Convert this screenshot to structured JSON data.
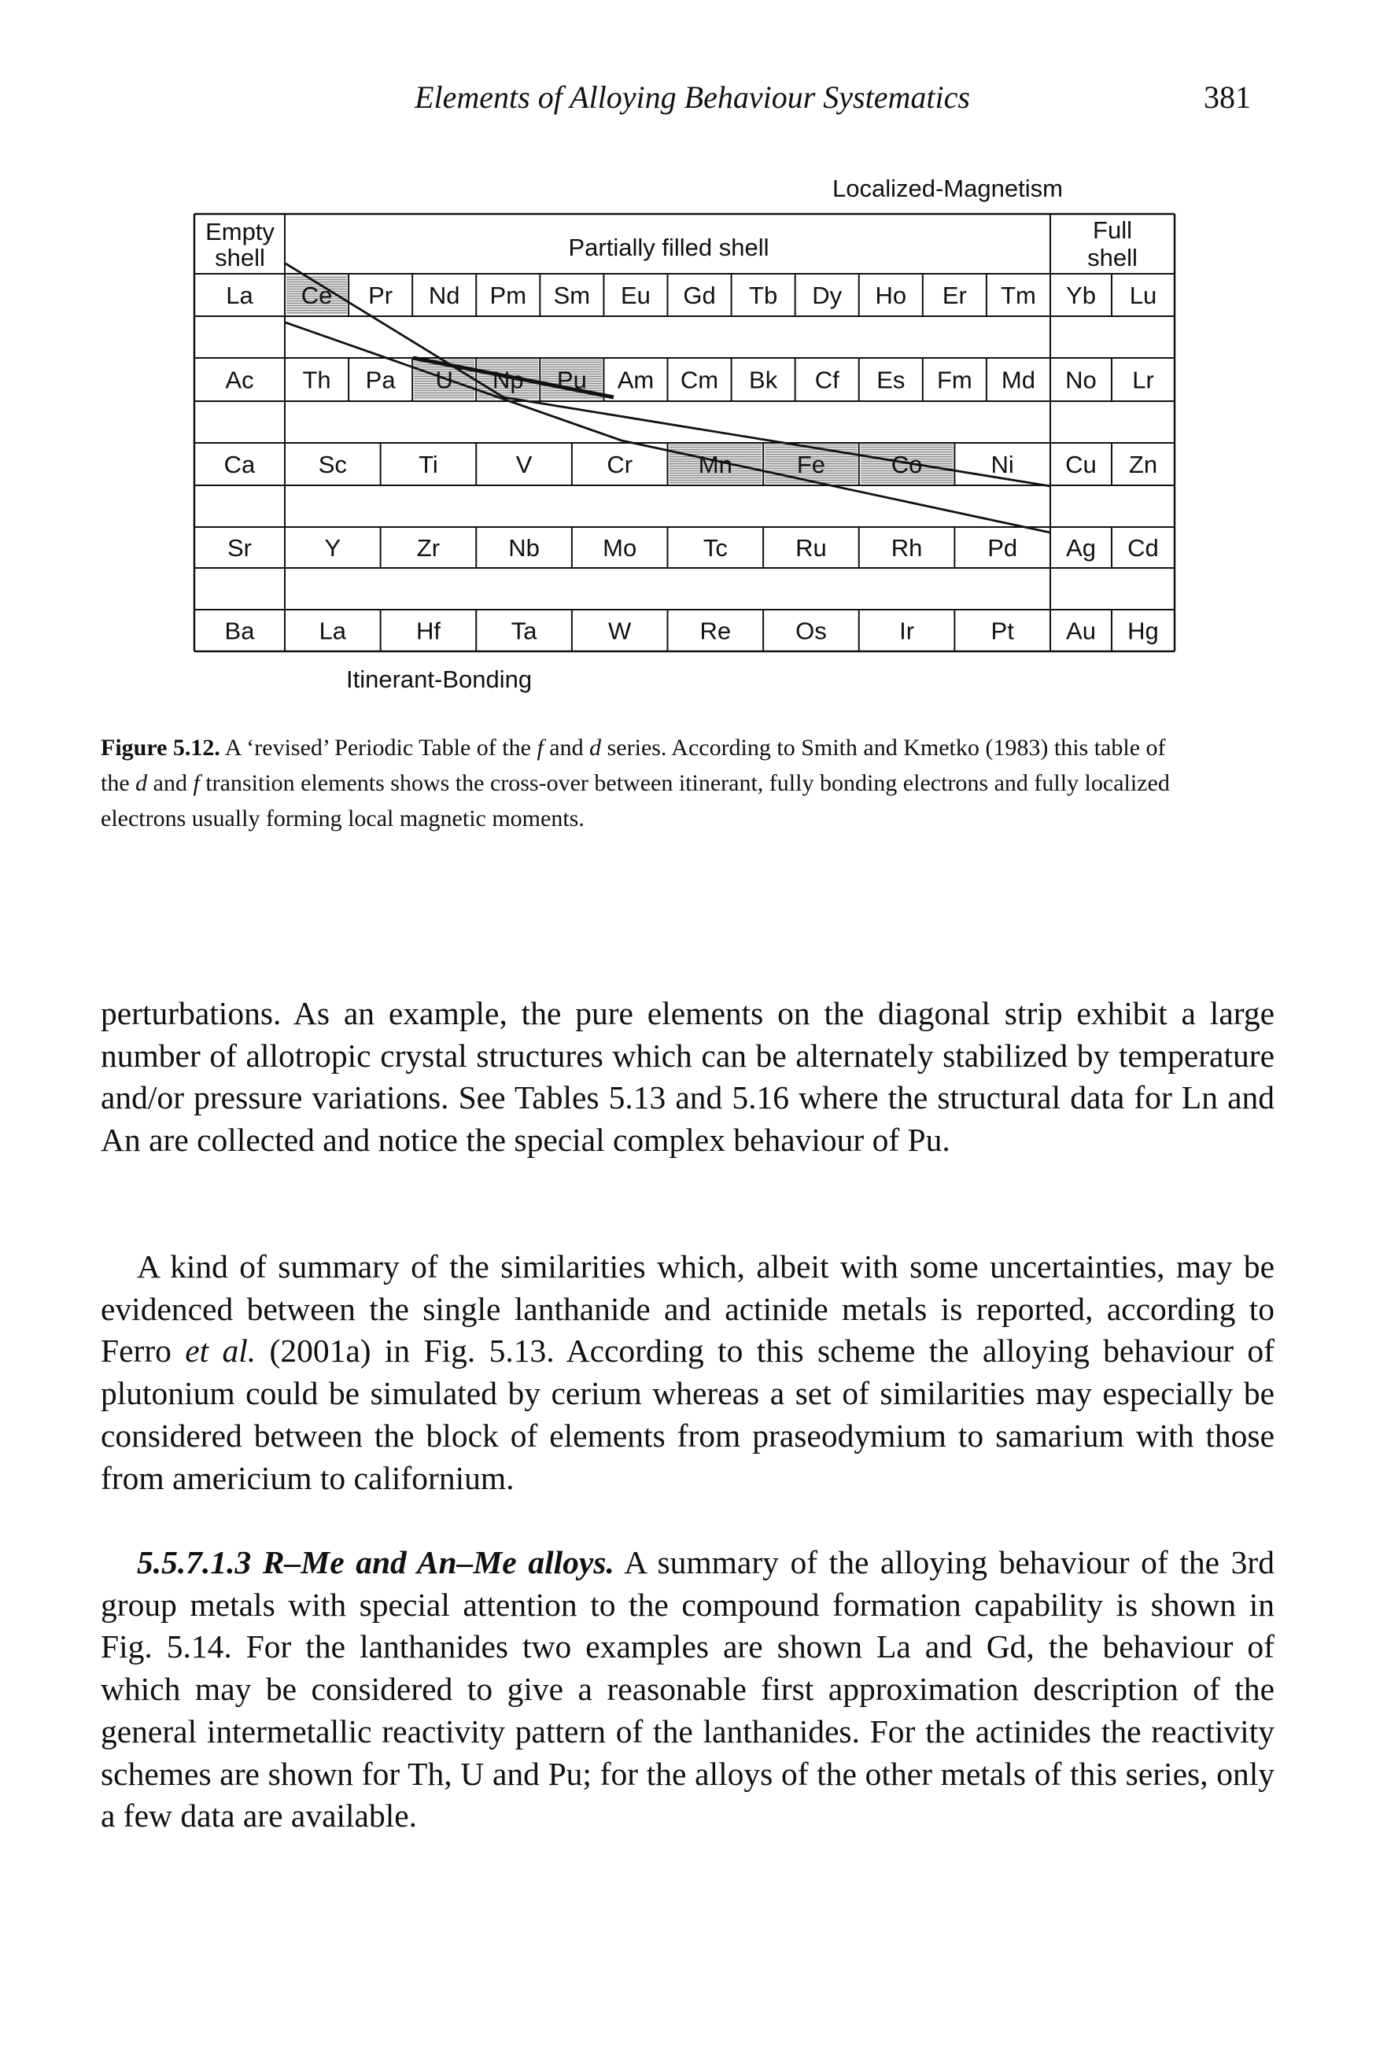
{
  "header": {
    "running_title": "Elements of Alloying Behaviour Systematics",
    "page_number": "381"
  },
  "figure": {
    "label_localized": "Localized-Magnetism",
    "label_itinerant": "Itinerant-Bonding",
    "header_empty": [
      "Empty",
      "shell"
    ],
    "header_partial": "Partially filled shell",
    "header_full": [
      "Full",
      "shell"
    ],
    "rows": [
      {
        "first": "La",
        "cells": [
          "Ce",
          "Pr",
          "Nd",
          "Pm",
          "Sm",
          "Eu",
          "Gd",
          "Tb",
          "Dy",
          "Ho",
          "Er",
          "Tm"
        ],
        "full": [
          "Yb",
          "Lu"
        ],
        "shaded": [
          "Ce"
        ]
      },
      {
        "first": "Ac",
        "cells": [
          "Th",
          "Pa",
          "U",
          "Np",
          "Pu",
          "Am",
          "Cm",
          "Bk",
          "Cf",
          "Es",
          "Fm",
          "Md"
        ],
        "full": [
          "No",
          "Lr"
        ],
        "shaded": [
          "U",
          "Np",
          "Pu"
        ]
      },
      {
        "first": "Ca",
        "cells": [
          "Sc",
          "Ti",
          "V",
          "Cr",
          "Mn",
          "Fe",
          "Co",
          "Ni"
        ],
        "full": [
          "Cu",
          "Zn"
        ],
        "shaded": [
          "Mn",
          "Fe",
          "Co"
        ]
      },
      {
        "first": "Sr",
        "cells": [
          "Y",
          "Zr",
          "Nb",
          "Mo",
          "Tc",
          "Ru",
          "Rh",
          "Pd"
        ],
        "full": [
          "Ag",
          "Cd"
        ],
        "shaded": []
      },
      {
        "first": "Ba",
        "cells": [
          "La",
          "Hf",
          "Ta",
          "W",
          "Re",
          "Os",
          "Ir",
          "Pt"
        ],
        "full": [
          "Au",
          "Hg"
        ],
        "shaded": []
      }
    ]
  },
  "caption": {
    "label": "Figure 5.12.",
    "text_1": " A ‘revised’ Periodic Table of the ",
    "f1": "f",
    "text_2": " and ",
    "d1": "d",
    "text_3": " series. According to Smith and Kmetko (1983) this table of the ",
    "d2": "d",
    "text_4": " and ",
    "f2": "f",
    "text_5": " transition elements shows the cross-over between itinerant, fully bonding electrons and fully localized electrons usually forming local magnetic moments."
  },
  "body": {
    "p1": "perturbations. As an example, the pure elements on the diagonal strip exhibit a large number of allotropic crystal structures which can be alternately stabilized by temperature and/or pressure variations. See Tables 5.13 and 5.16 where the structural data for Ln and An are collected and notice the special complex behaviour of Pu.",
    "p2_a": "A kind of summary of the similarities which, albeit with some uncertainties, may be evidenced between the single lanthanide and actinide metals is reported, according to Ferro ",
    "p2_etal": "et al.",
    "p2_b": " (2001a) in Fig. 5.13. According to this scheme the alloying behaviour of plutonium could be simulated by cerium whereas a set of similarities may especially be considered between the block of elements from praseodymium to samarium with those from americium to californium.",
    "p3_heading": "5.5.7.1.3 R–Me and An–Me alloys.",
    "p3_text": " A summary of the alloying behaviour of the 3rd group metals with special attention to the compound formation capability is shown in Fig. 5.14. For the lanthanides two examples are shown La and Gd, the behaviour of which may be considered to give a reasonable first approximation description of the general intermetallic reactivity pattern of the lanthanides. For the actinides the reactivity schemes are shown for Th, U and Pu; for the alloys of the other metals of this series, only a few data are available."
  }
}
